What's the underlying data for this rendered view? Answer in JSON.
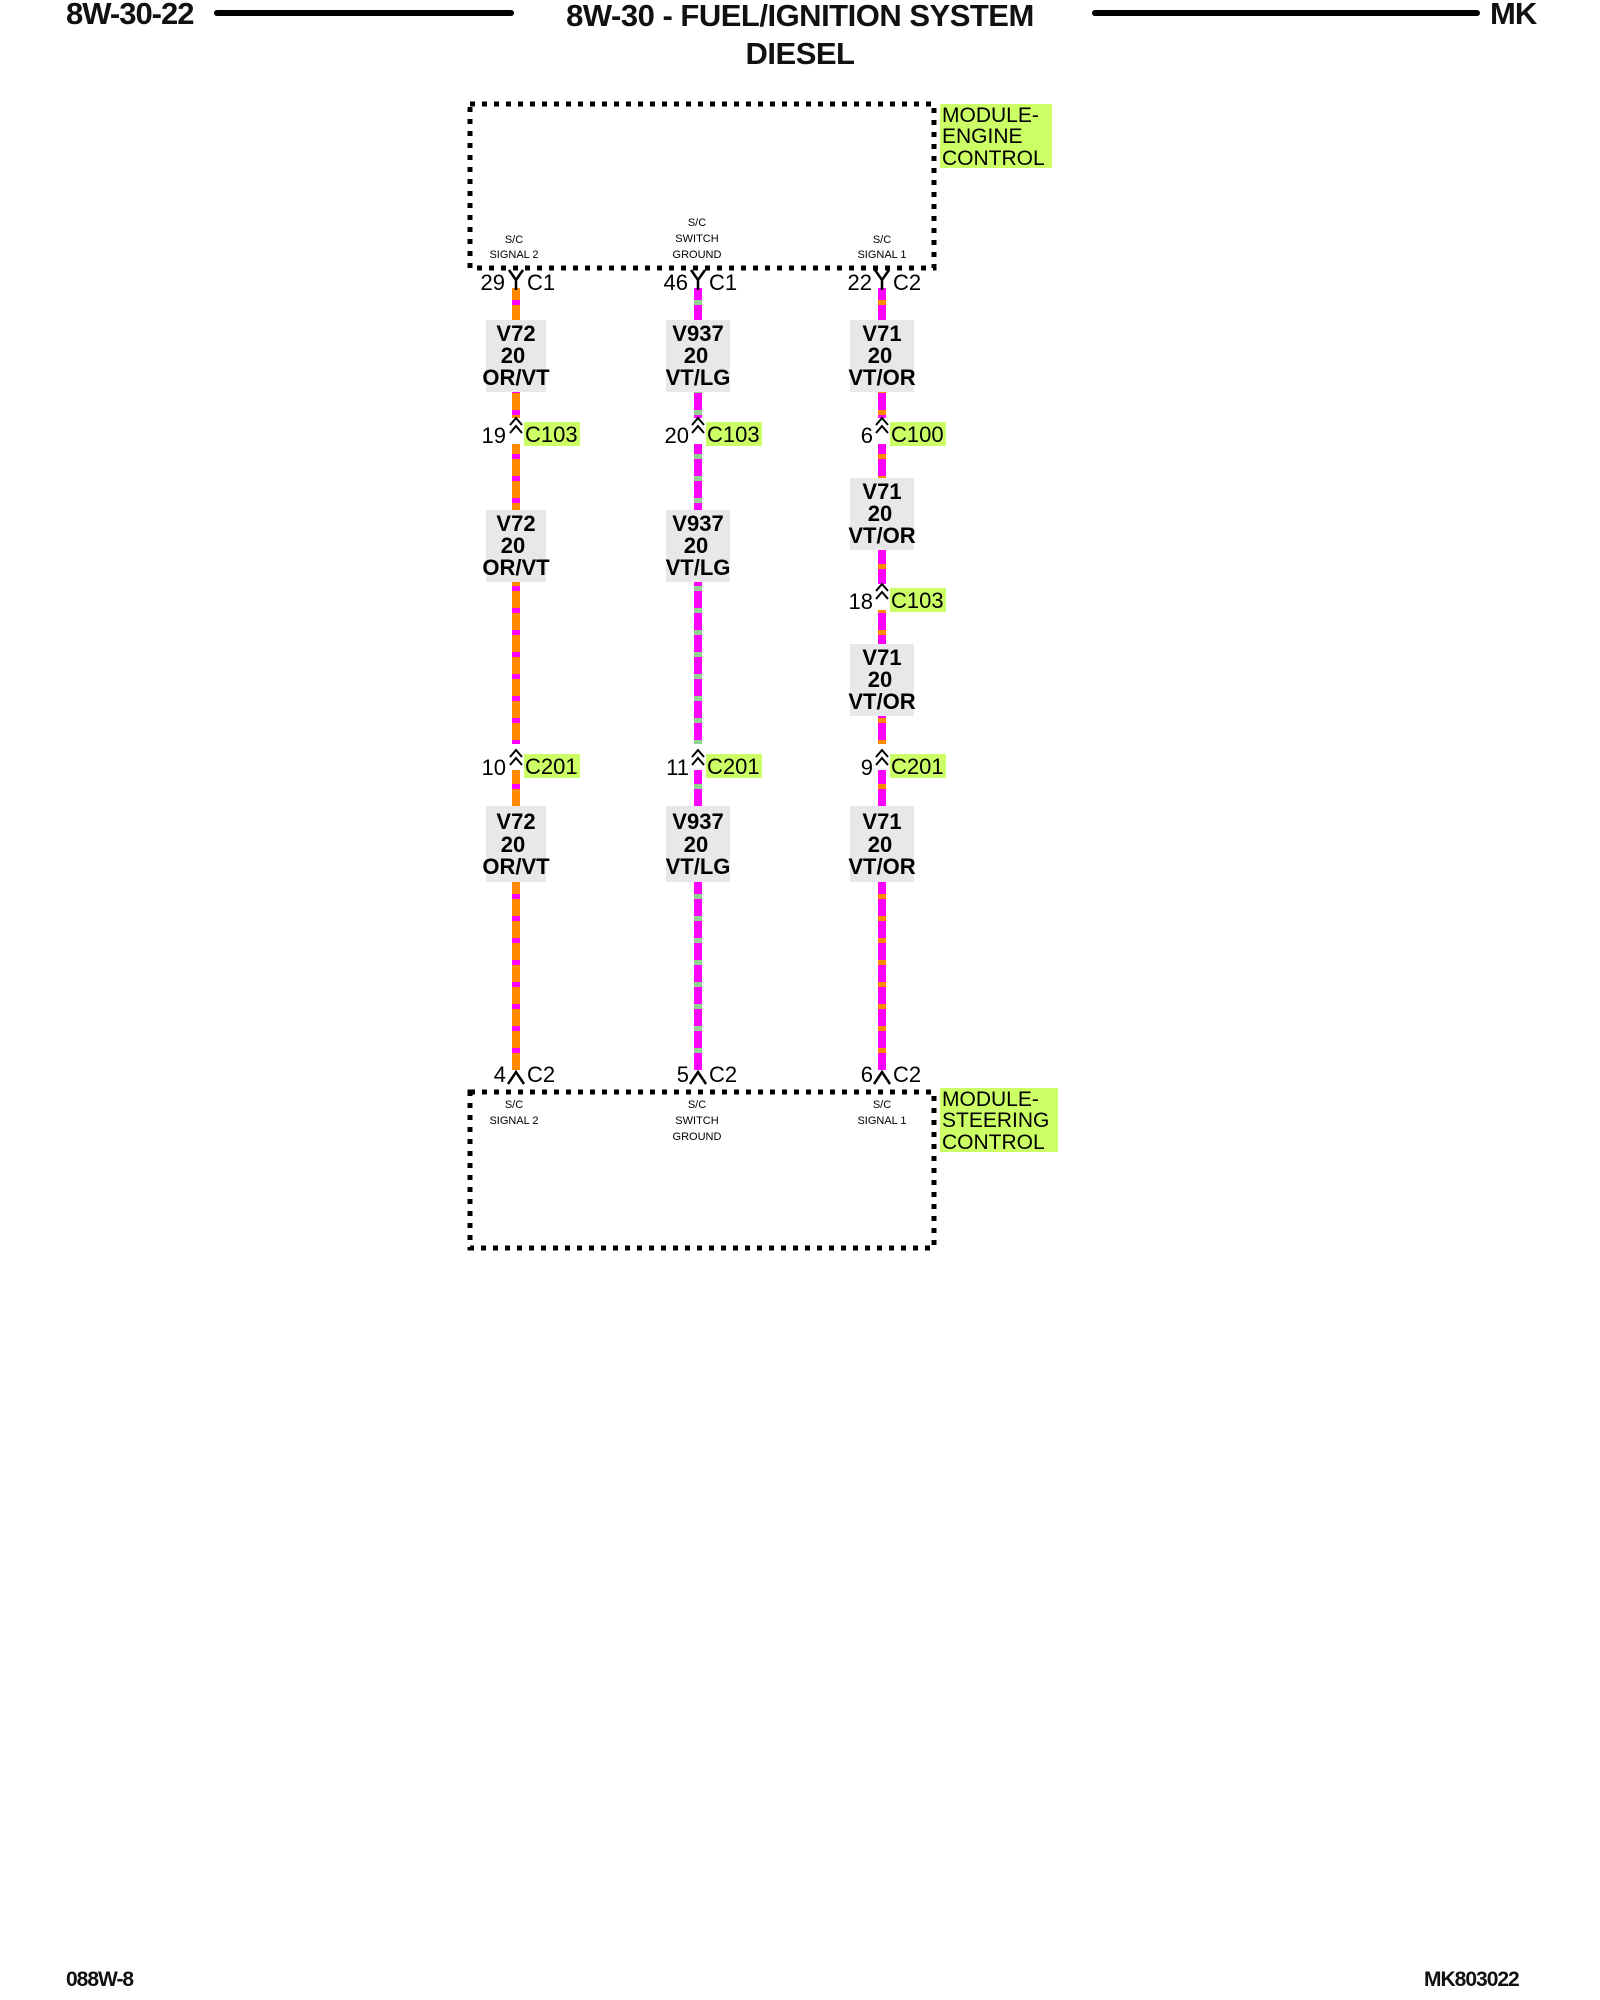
{
  "header": {
    "left_code": "8W-30-22",
    "title": "8W-30 - FUEL/IGNITION SYSTEM",
    "subtitle": "DIESEL",
    "right_code": "MK"
  },
  "footer": {
    "left": "088W-8",
    "right": "MK803022"
  },
  "modules": {
    "engine": {
      "line1": "MODULE-",
      "line2": "ENGINE",
      "line3": "CONTROL"
    },
    "steering": {
      "line1": "MODULE-",
      "line2": "STEERING",
      "line3": "CONTROL"
    }
  },
  "pins": {
    "sig2": {
      "top_l1": "S/C",
      "top_l2": "SIGNAL 2",
      "bot_l1": "S/C",
      "bot_l2": "SIGNAL 2"
    },
    "gnd": {
      "top_l1": "S/C",
      "top_l2": "SWITCH",
      "top_l3": "GROUND",
      "bot_l1": "S/C",
      "bot_l2": "SWITCH",
      "bot_l3": "GROUND"
    },
    "sig1": {
      "top_l1": "S/C",
      "top_l2": "SIGNAL 1",
      "bot_l1": "S/C",
      "bot_l2": "SIGNAL 1"
    }
  },
  "circuits": {
    "a": {
      "top_pin": "29",
      "top_conn": "C1",
      "wire1": {
        "id": "V72",
        "gauge": "20",
        "color": "OR/VT"
      },
      "c1_pin": "19",
      "c1_conn": "C103",
      "wire2": {
        "id": "V72",
        "gauge": "20",
        "color": "OR/VT"
      },
      "c2_pin": "10",
      "c2_conn": "C201",
      "wire3": {
        "id": "V72",
        "gauge": "20",
        "color": "OR/VT"
      },
      "bot_pin": "4",
      "bot_conn": "C2"
    },
    "b": {
      "top_pin": "46",
      "top_conn": "C1",
      "wire1": {
        "id": "V937",
        "gauge": "20",
        "color": "VT/LG"
      },
      "c1_pin": "20",
      "c1_conn": "C103",
      "wire2": {
        "id": "V937",
        "gauge": "20",
        "color": "VT/LG"
      },
      "c2_pin": "11",
      "c2_conn": "C201",
      "wire3": {
        "id": "V937",
        "gauge": "20",
        "color": "VT/LG"
      },
      "bot_pin": "5",
      "bot_conn": "C2"
    },
    "c": {
      "top_pin": "22",
      "top_conn": "C2",
      "wire1": {
        "id": "V71",
        "gauge": "20",
        "color": "VT/OR"
      },
      "c1_pin": "6",
      "c1_conn": "C100",
      "wire2": {
        "id": "V71",
        "gauge": "20",
        "color": "VT/OR"
      },
      "c2_pin": "18",
      "c2_conn": "C103",
      "wire3": {
        "id": "V71",
        "gauge": "20",
        "color": "VT/OR"
      },
      "c3_pin": "9",
      "c3_conn": "C201",
      "wire4": {
        "id": "V71",
        "gauge": "20",
        "color": "VT/OR"
      },
      "bot_pin": "6",
      "bot_conn": "C2"
    }
  },
  "colors": {
    "orange": "#ff8a00",
    "violet": "#ff00ff",
    "light_green": "#8fd48f",
    "highlight": "#ccff66",
    "label_bg": "#e8e8e8"
  }
}
